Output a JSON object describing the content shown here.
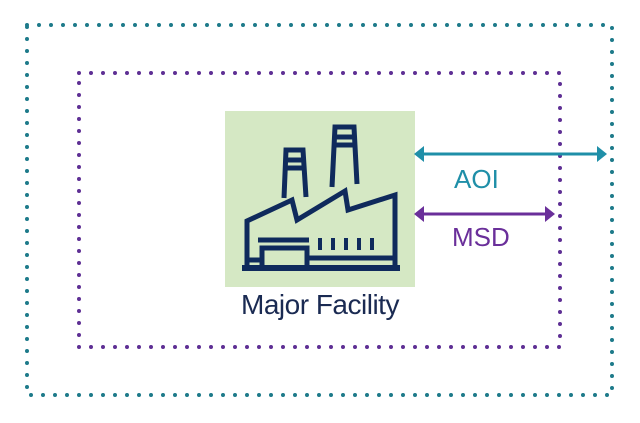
{
  "diagram": {
    "facility": {
      "label": "Major Facility",
      "icon": "factory-icon",
      "bg_color": "#d5e8c4",
      "icon_color": "#0f2a5c"
    },
    "aoi": {
      "label": "AOI",
      "color": "#1f8fa8",
      "border_color": "#1d7a8a"
    },
    "msd": {
      "label": "MSD",
      "color": "#6a2f9a",
      "border_color": "#5e2f94"
    }
  }
}
